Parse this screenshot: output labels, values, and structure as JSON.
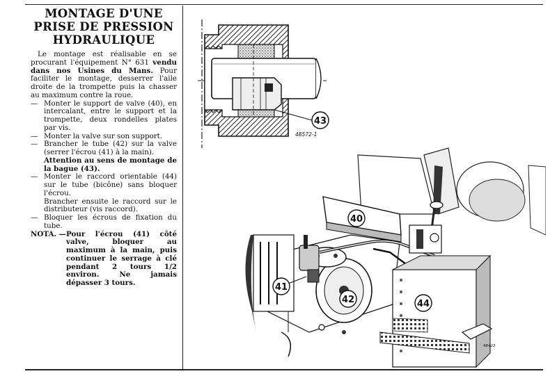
{
  "title": [
    "MONTAGE D'UNE",
    "PRISE DE PRESSION",
    "HYDRAULIQUE"
  ],
  "intro": "Le montage est réalisable en se procurant l'équipement N° 631 vendu dans nos Usines du Mans. Pour faciliter le montage, desserrer l'aile droite de la trompette puis la chasser au maximum contre la roue.",
  "intro_parts": {
    "before": "Le montage est réalisable en se procurant l'équipement N° 631 ",
    "bold": "vendu dans nos Usines du Mans.",
    "after": " Pour faciliter le montage, desserrer l'aile droite de la trompette puis la chasser au maximum contre la roue."
  },
  "dash": "—",
  "steps": [
    "Monter le support de valve (40), en intercalant, entre le support et la trompette, deux rondelles plates par vis.",
    "Monter la valve sur son support.",
    "Brancher le tube (42) sur la valve (serrer l'écrou (41) à la main).",
    "Monter le raccord orientable (44) sur le tube (bicône) sans bloquer l'écrou.",
    "Bloquer les écrous de fixation du tube."
  ],
  "attention": "Attention au sens de montage de la bague (43).",
  "branch_note": "Brancher ensuite le raccord sur le distributeur (vis raccord).",
  "nota_label": "NOTA. —",
  "nota_text": "Pour l'écrou (41) côté valve, bloquer au maximum à la main, puis continuer le serrage à clé pendant 2 tours 1/2 environ. Ne jamais dépasser 3 tours.",
  "figure_top": {
    "callout": "43",
    "ref": "48572-1"
  },
  "figure_bottom": {
    "callouts": [
      "40",
      "41",
      "42",
      "44"
    ],
    "ref": "48423"
  }
}
